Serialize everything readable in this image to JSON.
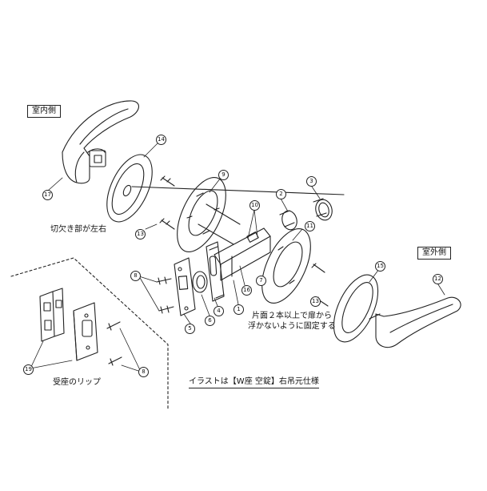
{
  "labels": {
    "indoor": "室内側",
    "outdoor": "室外側",
    "notch": "切欠き部が左右",
    "fix_note_1": "片面２本以上で扉から",
    "fix_note_2": "浮かないように固定する",
    "strike_lip": "受座のリップ",
    "caption": "イラストは【W座 空錠】右吊元仕様"
  },
  "parts": {
    "p1": "1",
    "p2": "2",
    "p3": "3",
    "p4": "4",
    "p5": "5",
    "p6": "6",
    "p7": "7",
    "p8a": "8",
    "p8b": "8",
    "p9": "9",
    "p10": "10",
    "p11": "11",
    "p12": "12",
    "p13a": "13",
    "p13b": "13",
    "p14": "14",
    "p15": "15",
    "p16": "16",
    "p17": "17",
    "p19": "19"
  },
  "colors": {
    "line": "#222222",
    "background": "#ffffff"
  }
}
